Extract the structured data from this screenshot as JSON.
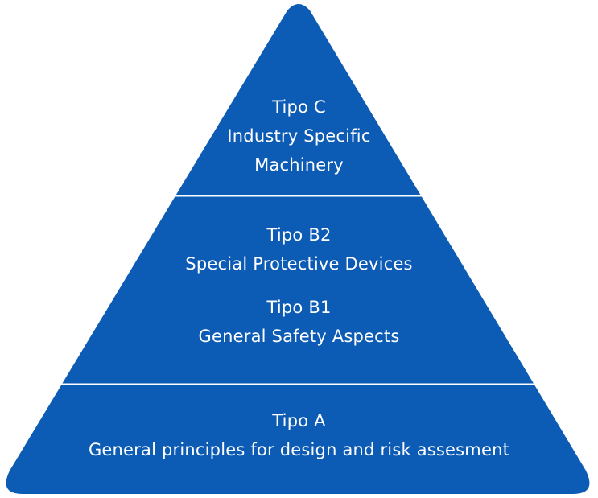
{
  "colors": {
    "pyramid_fill": "#0c5bb5",
    "divider": "#ffffff",
    "text": "#ffffff"
  },
  "tiers": {
    "c": {
      "name": "Tipo C",
      "line1": "Industry Specific",
      "line2": "Machinery"
    },
    "b2": {
      "name": "Tipo B2",
      "desc": "Special Protective Devices"
    },
    "b1": {
      "name": "Tipo B1",
      "desc": "General Safety Aspects"
    },
    "a": {
      "name": "Tipo A",
      "desc": "General principles for design and risk assesment"
    }
  }
}
